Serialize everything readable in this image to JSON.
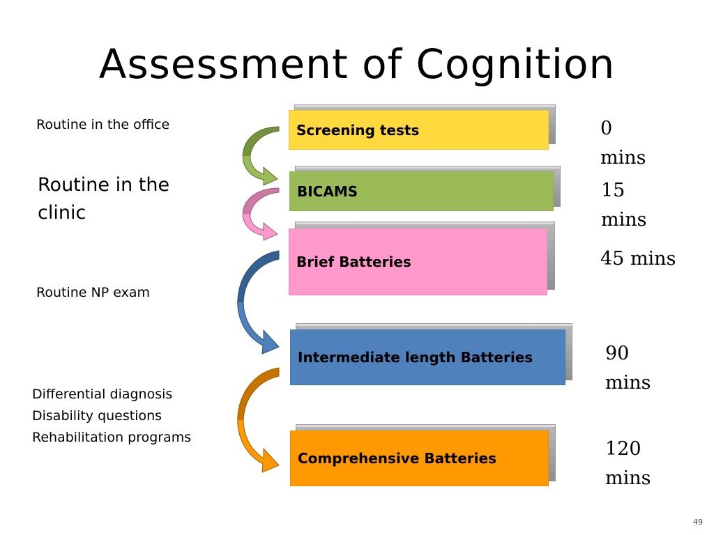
{
  "title": "Assessment of Cognition",
  "left_labels": [
    {
      "lines": [
        "Routine in the office"
      ]
    },
    {
      "lines": [
        "Routine in the",
        "clinic"
      ]
    },
    {
      "lines": [
        "Routine NP exam"
      ]
    },
    {
      "lines": [
        "Differential diagnosis",
        "Disability questions",
        "Rehabilitation programs"
      ]
    }
  ],
  "boxes": [
    {
      "label": "Screening tests",
      "color": "#ffd93d"
    },
    {
      "label": "BICAMS",
      "color": "#9bbb59"
    },
    {
      "label": "Brief Batteries",
      "color": "#ff99cc"
    },
    {
      "label": "Intermediate length Batteries",
      "color": "#4f81bd"
    },
    {
      "label": "Comprehensive Batteries",
      "color": "#ff9900"
    }
  ],
  "times": [
    {
      "lines": [
        "0",
        "mins"
      ]
    },
    {
      "lines": [
        "15",
        "mins"
      ]
    },
    {
      "lines": [
        "45 mins"
      ]
    },
    {
      "lines": [
        "90",
        "mins"
      ]
    },
    {
      "lines": [
        "120",
        "mins"
      ]
    }
  ],
  "arrow_colors": {
    "green": {
      "top": "#76923c",
      "bottom": "#9bbb59"
    },
    "pink": {
      "top": "#cc7aa3",
      "bottom": "#ff99cc"
    },
    "blue": {
      "top": "#36608f",
      "bottom": "#4f81bd"
    },
    "orange": {
      "top": "#c77400",
      "bottom": "#ff9900"
    }
  },
  "slide_number": "49"
}
